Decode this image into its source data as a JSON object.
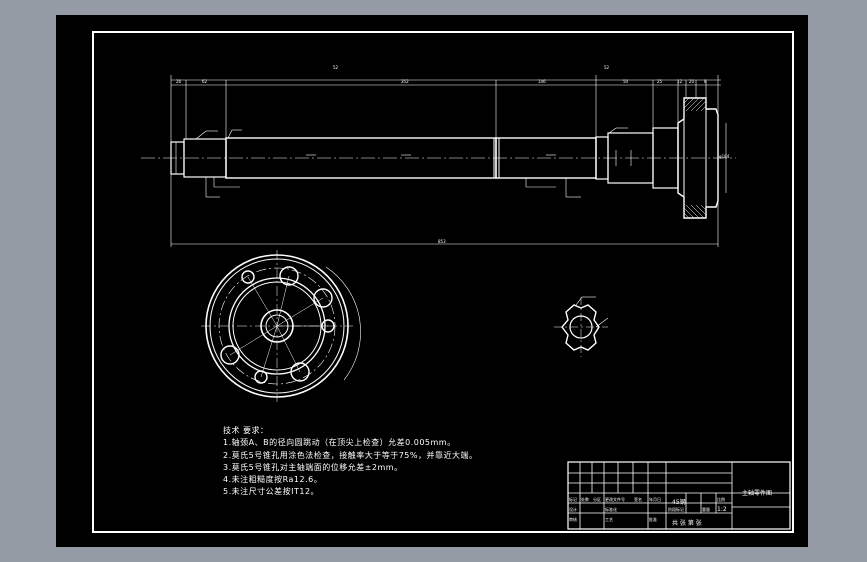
{
  "colors": {
    "background": "#949ba5",
    "sheet": "#000000",
    "line": "#ffffff"
  },
  "drawing": {
    "dimensions": {
      "d_top_left": "26",
      "d_top_2": "62",
      "d_top_main": "52",
      "d_top_mid": "352",
      "d_top_right1": "146",
      "d_top_right_total": "52",
      "d_top_50": "50",
      "d_top_25": "25",
      "d_top_12": "12",
      "d_top_20": "20",
      "d_top_8": "8",
      "overall_length": "853",
      "phi_right": "φ184"
    }
  },
  "notes": {
    "title": "技术 要求：",
    "items": [
      "1.轴颈A、B的径向圆跳动（在顶尖上检查）允差0.005mm。",
      "2.莫氏5号锥孔用涂色法检查，接触率大于等于75%，并靠近大端。",
      "3.莫氏5号锥孔对主轴端面的位移允差±2mm。",
      "4.未注粗糙度按Ra12.6。",
      "5.未注尺寸公差按IT12。"
    ]
  },
  "title_block": {
    "drawing_name": "主轴零件图",
    "scale": "1:2",
    "material": "45钢",
    "sheet_info": "共 张  第 张",
    "cells": [
      "标记",
      "处数",
      "分区",
      "更改文件号",
      "签名",
      "年月日",
      "设计",
      "标准化",
      "审核",
      "工艺",
      "批准",
      "阶段标记",
      "重量",
      "比例"
    ]
  }
}
